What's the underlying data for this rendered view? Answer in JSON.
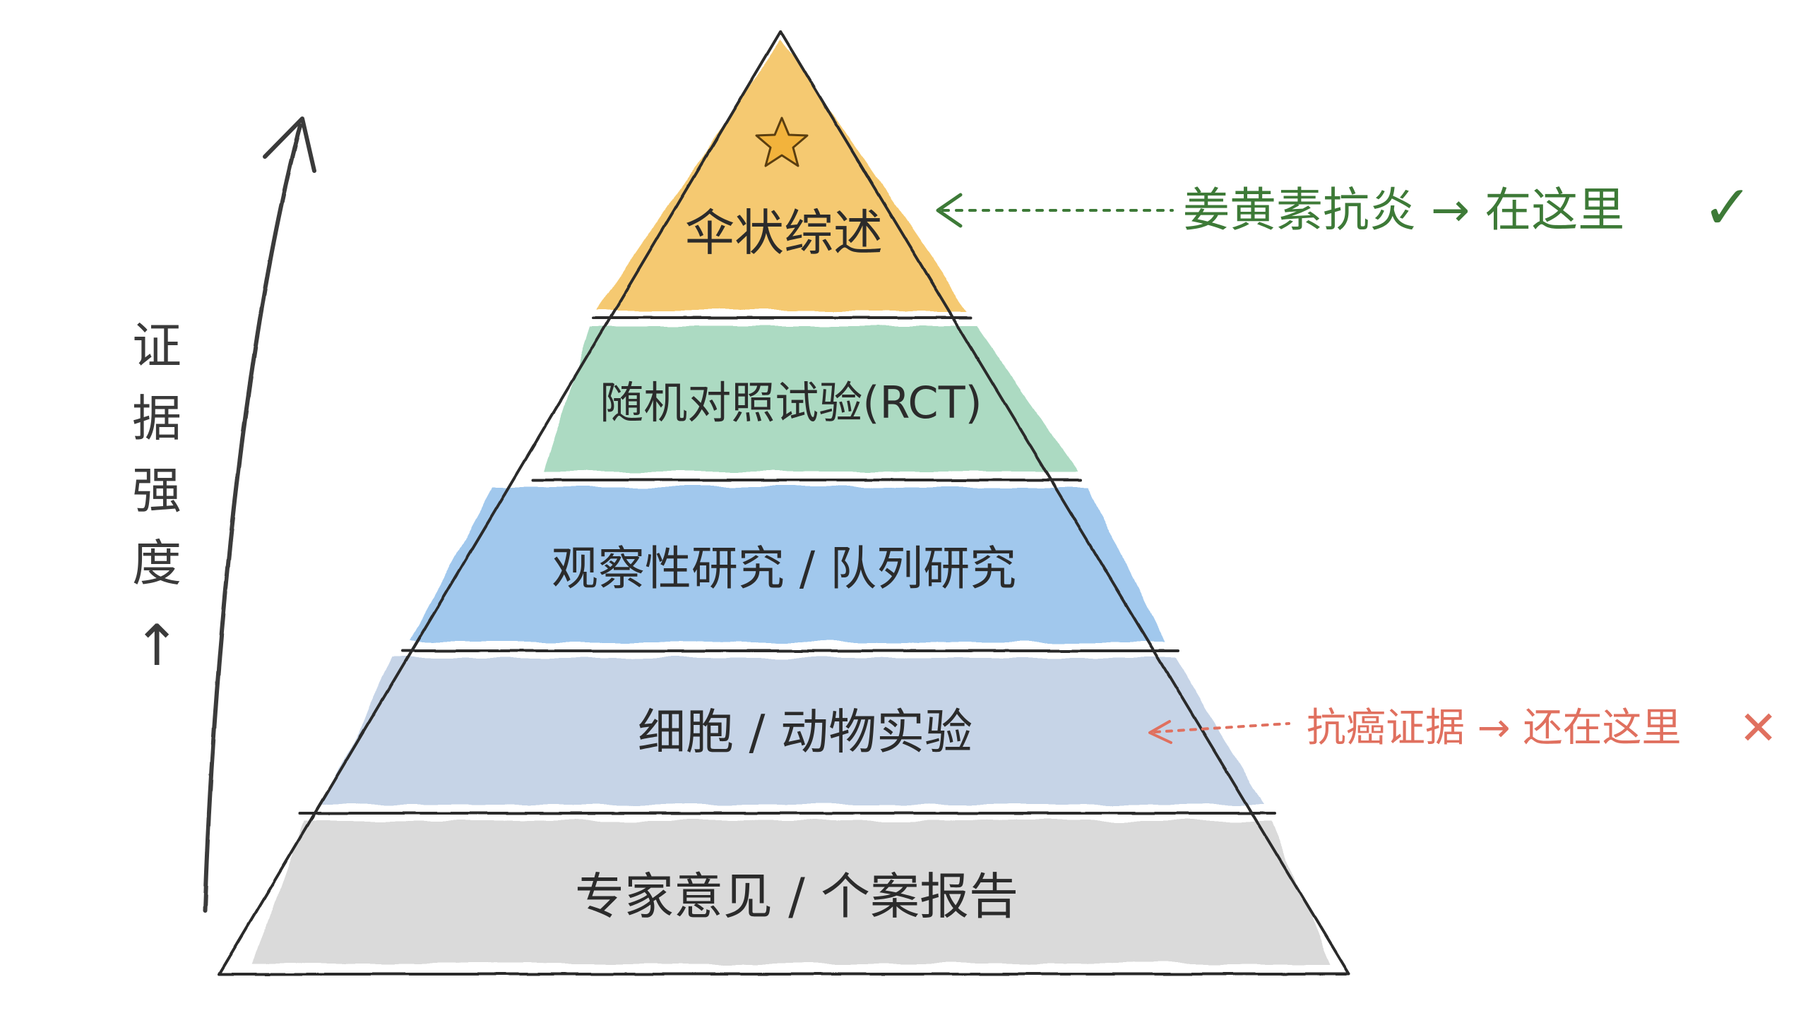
{
  "pyramid": {
    "tiers": [
      {
        "label": "伞状综述",
        "color": "#f5c76a"
      },
      {
        "label": "随机对照试验(RCT)",
        "color": "#a8d8bf"
      },
      {
        "label": "观察性研究 / 队列研究",
        "color": "#9cc6ec"
      },
      {
        "label": "细胞 / 动物实验",
        "color": "#c3d2e6"
      },
      {
        "label": "专家意见 / 个案报告",
        "color": "#d9d9d9"
      }
    ],
    "outline_color": "#2b2b2b",
    "star_icon": "star-icon"
  },
  "axis": {
    "label": "证据强度",
    "arrow_glyph": "↑",
    "color": "#3a3a3a"
  },
  "annotations": {
    "curcumin_anti_inflammatory": {
      "text": "姜黄素抗炎 → 在这里",
      "mark": "✓",
      "color": "#3d7a37"
    },
    "anti_cancer_evidence": {
      "text": "抗癌证据 → 还在这里",
      "mark": "✕",
      "color": "#e0705f"
    }
  }
}
